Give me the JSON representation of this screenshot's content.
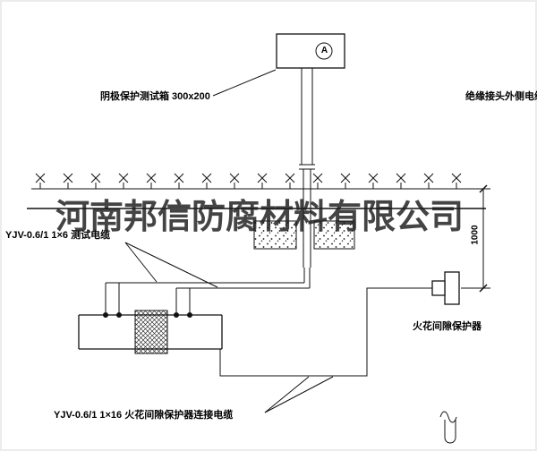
{
  "watermark": {
    "text": "河南邦信防腐材料有限公司"
  },
  "labels": {
    "test_box": "阴极保护测试箱 300x200",
    "insulated_joint_cable": "绝缘接头外侧电缆",
    "test_cable": "YJV-0.6/1 1×6  测试电缆",
    "spark_gap_protector": "火花间隙保护器",
    "protector_cable": "YJV-0.6/1 1×16  火花间隙保护器连接电缆",
    "dimension_1000": "1000",
    "ammeter": "A"
  },
  "colors": {
    "line": "#111111",
    "watermark": "#1c1c1c",
    "background": "#ffffff"
  }
}
